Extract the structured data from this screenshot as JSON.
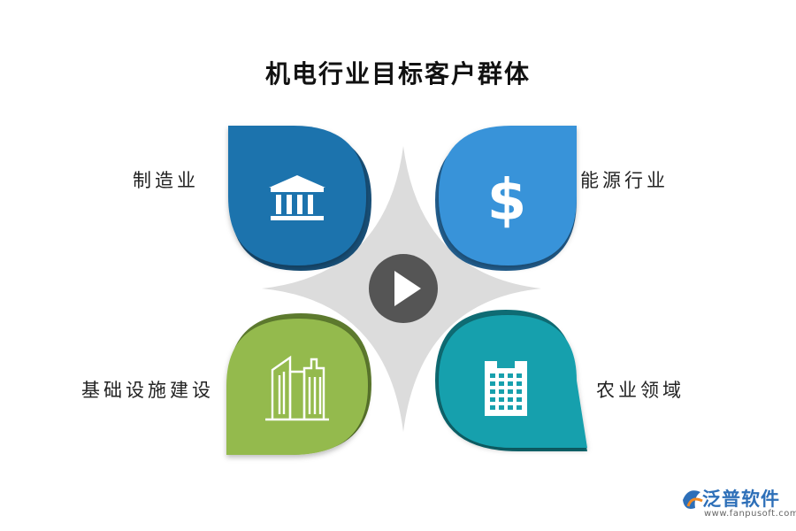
{
  "title": "机电行业目标客户群体",
  "segments": [
    {
      "label": "制造业",
      "icon": "bank-building-icon",
      "color": "#1f73ad"
    },
    {
      "label": "能源行业",
      "icon": "dollar-icon",
      "color": "#3793d9"
    },
    {
      "label": "基础设施建设",
      "icon": "city-buildings-icon",
      "color": "#94ba4e"
    },
    {
      "label": "农业领域",
      "icon": "office-building-icon",
      "color": "#17a0ad"
    }
  ],
  "center_icon": "play-icon",
  "logo": {
    "name": "泛普软件",
    "url": "www.fanpusoft.com"
  }
}
